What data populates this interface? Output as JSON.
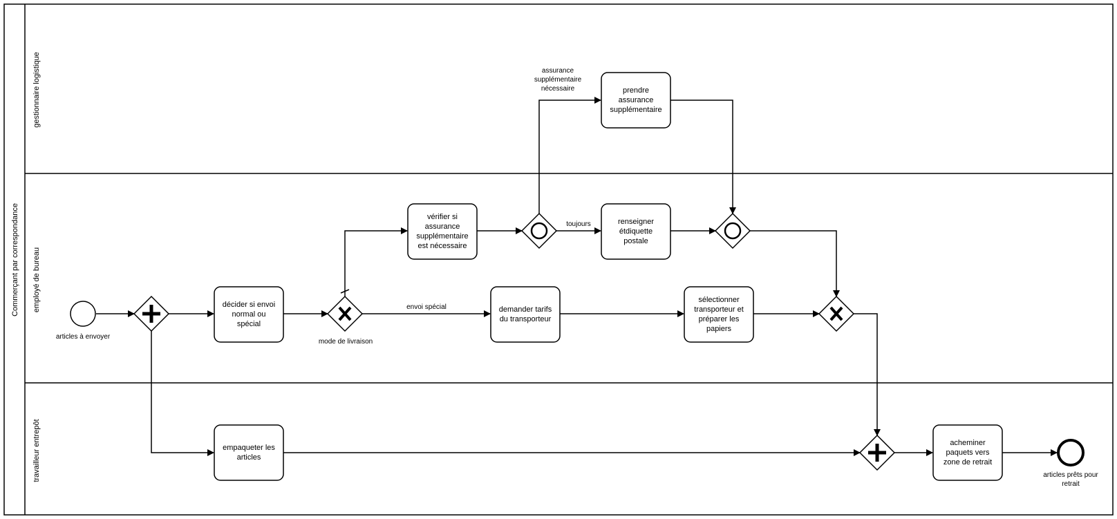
{
  "pool": {
    "label": "Commerçant par correspondance"
  },
  "lanes": [
    {
      "id": "lane1",
      "label": "gestionnaire logistique"
    },
    {
      "id": "lane2",
      "label": "employé de bureau"
    },
    {
      "id": "lane3",
      "label": "travailleur entrepôt"
    }
  ],
  "events": {
    "start": {
      "label": "articles à envoyer"
    },
    "end": {
      "label": [
        "articles prêts pour",
        "retrait"
      ]
    }
  },
  "tasks": {
    "decider": {
      "lines": [
        "décider si envoi",
        "normal ou",
        "spécial"
      ]
    },
    "verifier": {
      "lines": [
        "vérifier si",
        "assurance",
        "supplémentaire",
        "est nécessaire"
      ]
    },
    "prendre": {
      "lines": [
        "prendre",
        "assurance",
        "supplémentaire"
      ]
    },
    "renseigner": {
      "lines": [
        "renseigner",
        "étdiquette",
        "postale"
      ]
    },
    "demander": {
      "lines": [
        "demander tarifs",
        "du transporteur"
      ]
    },
    "selectionner": {
      "lines": [
        "sélectionner",
        "transporteur et",
        "préparer les",
        "papiers"
      ]
    },
    "empaqueter": {
      "lines": [
        "empaqueter les",
        "articles"
      ]
    },
    "acheminer": {
      "lines": [
        "acheminer",
        "paquets vers",
        "zone de retrait"
      ]
    }
  },
  "gateways": {
    "split_parallel": {
      "type": "parallel"
    },
    "mode": {
      "type": "exclusive",
      "label": "mode de livraison"
    },
    "or_split": {
      "type": "inclusive"
    },
    "or_join": {
      "type": "inclusive"
    },
    "xor_join": {
      "type": "exclusive"
    },
    "join_parallel": {
      "type": "parallel"
    }
  },
  "flow_labels": {
    "assurance": [
      "assurance",
      "supplémentaire",
      "nécessaire"
    ],
    "toujours": "toujours",
    "special": "envoi spécial"
  }
}
